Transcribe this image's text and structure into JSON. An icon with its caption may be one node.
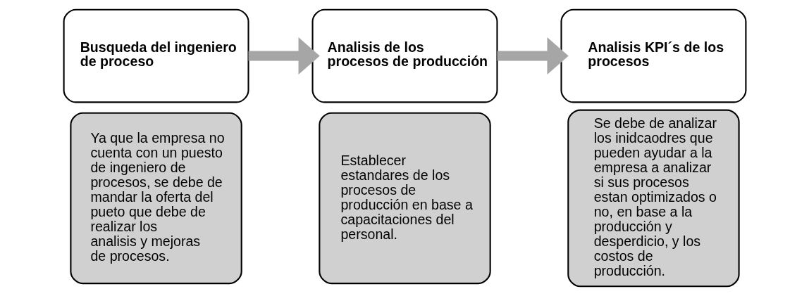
{
  "diagram": {
    "nodes": [
      {
        "text": [
          "Busqueda del ingeniero de proceso"
        ]
      },
      {
        "text": [
          "Ya que la empresa no cuenta con un puesto de ingeniero de procesos, se debe de mandar la oferta del pueto que debe de realizar los analisis y mejoras de procesos."
        ]
      },
      {
        "text": [
          "Analisis de los procesos de producción"
        ]
      },
      {
        "text": [
          "Establecer estandares de los procesos de producción en base a capacitaciones del personal."
        ]
      },
      {
        "text": [
          "Analisis KPI´s de los procesos"
        ]
      },
      {
        "text": [
          "Se debe de analizar los inidcaodres que pueden ayudar a la empresa a analizar si sus procesos estan optimizados o no, en base a la producción y desperdicio, y los costos de producción."
        ]
      }
    ],
    "edges": [
      {
        "from": 0,
        "to": 2,
        "arrow": "to"
      },
      {
        "from": 2,
        "to": 4,
        "arrow": "to"
      }
    ]
  }
}
